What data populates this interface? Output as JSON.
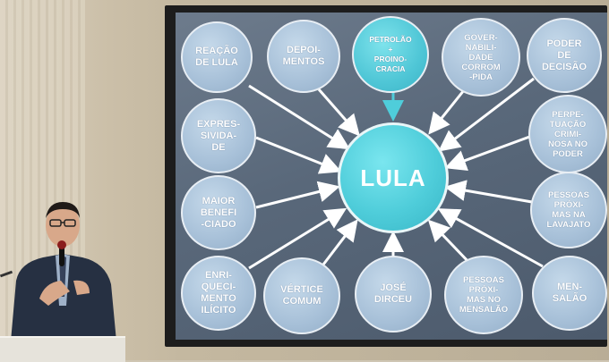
{
  "scene": {
    "description_colors": {
      "wall": "#c4b8a0",
      "screen": "#5b6a7c",
      "center_bubble": "#4fcdda",
      "bubble": "#a7c0d8",
      "arrow": "#ffffff"
    }
  },
  "slide": {
    "center_label": "LULA",
    "bubbles": [
      {
        "label": "REAÇÃO\nDE LULA"
      },
      {
        "label": "DEPOI-\nMENTOS"
      },
      {
        "label": "PETROLÃO\n+\nPROINO-\nCRACIA"
      },
      {
        "label": "GOVER-\nNABILI-\nDADE\nCORROM\n-PIDA"
      },
      {
        "label": "PODER\nDE\nDECISÃO"
      },
      {
        "label": "EXPRES-\nSIVIDA-\nDE"
      },
      {
        "label": "PERPE-\nTUAÇÃO\nCRIMI-\nNOSA NO\nPODER"
      },
      {
        "label": "MAIOR\nBENEFI\n-CIADO"
      },
      {
        "label": "PESSOAS\nPRÓXI-\nMAS NA\nLAVAJATO"
      },
      {
        "label": "ENRI-\nQUECI-\nMENTO\nILÍCITO"
      },
      {
        "label": "VÉRTICE\nCOMUM"
      },
      {
        "label": "JOSÉ\nDIRCEU"
      },
      {
        "label": "PESSOAS\nPRÓXI-\nMAS NO\nMENSALÃO"
      },
      {
        "label": "MEN-\nSALÃO"
      }
    ]
  }
}
